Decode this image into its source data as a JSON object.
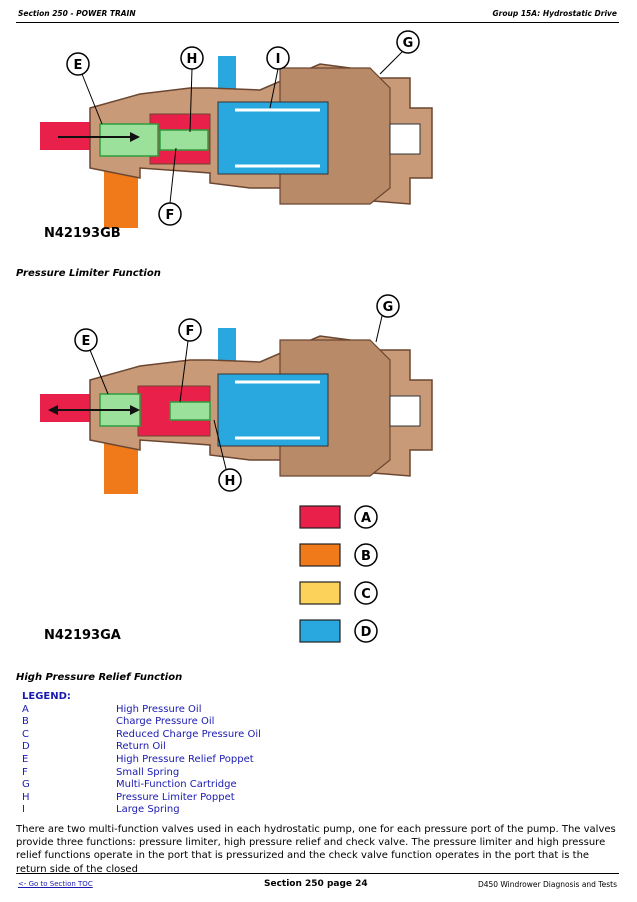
{
  "header": {
    "section": "Section 250 - POWER TRAIN",
    "group": "Group 15A: Hydrostatic Drive"
  },
  "figure1": {
    "id": "N42193GB",
    "caption": "Pressure Limiter Function",
    "callouts": [
      "E",
      "H",
      "I",
      "G",
      "F"
    ]
  },
  "figure2": {
    "id": "N42193GA",
    "caption": "High Pressure Relief Function",
    "callouts": [
      "E",
      "F",
      "G",
      "H"
    ]
  },
  "swatches": [
    {
      "key": "A",
      "color": "#e8204a"
    },
    {
      "key": "B",
      "color": "#f07a1a"
    },
    {
      "key": "C",
      "color": "#fcd25a"
    },
    {
      "key": "D",
      "color": "#29a8e0"
    }
  ],
  "colors": {
    "body": "#c89a78",
    "bodyDark": "#9c6e50",
    "green": "#9be09b",
    "greenDark": "#2e9e3e",
    "red": "#e8204a",
    "orange": "#f07a1a",
    "blue": "#29a8e0",
    "legendText": "#1a1ab0"
  },
  "legend": {
    "title": "LEGEND:",
    "items": [
      {
        "k": "A",
        "v": "High Pressure Oil"
      },
      {
        "k": "B",
        "v": "Charge Pressure Oil"
      },
      {
        "k": "C",
        "v": "Reduced Charge Pressure Oil"
      },
      {
        "k": "D",
        "v": "Return Oil"
      },
      {
        "k": "E",
        "v": "High Pressure Relief Poppet"
      },
      {
        "k": "F",
        "v": "Small Spring"
      },
      {
        "k": "G",
        "v": "Multi-Function Cartridge"
      },
      {
        "k": "H",
        "v": "Pressure Limiter Poppet"
      },
      {
        "k": "I",
        "v": "Large Spring"
      }
    ]
  },
  "body_text": "There are two multi-function valves used in each hydrostatic pump, one for each pressure port of the pump. The valves provide three functions: pressure limiter, high pressure relief and check valve. The pressure limiter and high pressure relief functions operate in the port that is pressurized and the check valve function operates in the port that is the return side of the closed",
  "footer": {
    "toc": "<- Go to Section TOC",
    "page": "Section 250 page 24",
    "doc": "D450 Windrower Diagnosis and Tests"
  }
}
